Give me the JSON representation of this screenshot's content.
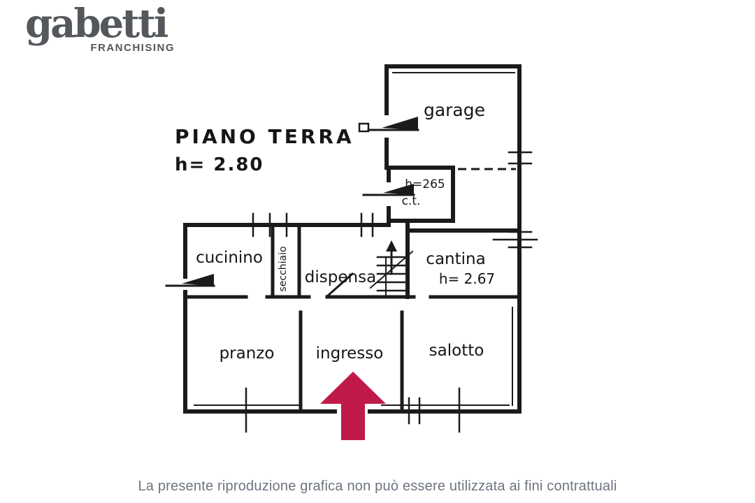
{
  "logo": {
    "brand": "gabetti",
    "subtitle": "FRANCHISING"
  },
  "plan": {
    "title": "PIANO TERRA",
    "height_note": "h= 2.80",
    "ink_color": "#1b1b1b",
    "entrance_arrow_color": "#c01a4a",
    "rooms": {
      "garage": {
        "label": "garage"
      },
      "ct": {
        "label": "c.t.",
        "height": "h=265"
      },
      "cantina": {
        "label": "cantina",
        "height": "h= 2.67"
      },
      "cucinino": {
        "label": "cucinino"
      },
      "secchiaio": {
        "label": "secchiaio"
      },
      "dispensa": {
        "label": "dispensa"
      },
      "pranzo": {
        "label": "pranzo"
      },
      "ingresso": {
        "label": "ingresso"
      },
      "salotto": {
        "label": "salotto"
      }
    }
  },
  "footer": {
    "disclaimer": "La presente riproduzione grafica non può essere utilizzata ai fini contrattuali"
  }
}
